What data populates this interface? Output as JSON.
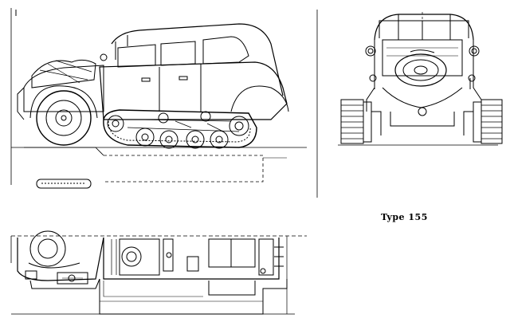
{
  "caption": "Type 155",
  "colors": {
    "ink": "#000000",
    "paper": "#ffffff"
  },
  "views": [
    "side-view",
    "front-view",
    "top-view"
  ]
}
